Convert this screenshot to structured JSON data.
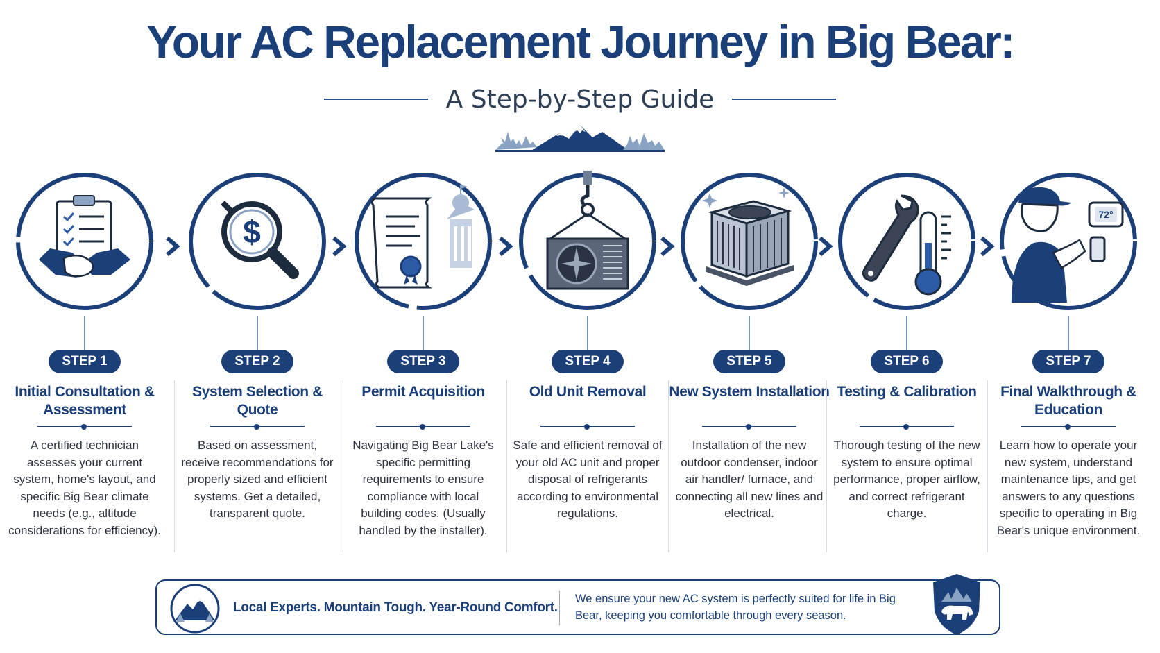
{
  "title": "Your AC Replacement Journey in Big Bear:",
  "subtitle": "A Step-by-Step Guide",
  "steps": [
    {
      "badge": "STEP 1",
      "title": "Initial Consultation & Assessment",
      "description": "A certified technician assesses your current system, home's layout, and specific Big Bear climate needs (e.g., altitude considerations for efficiency).",
      "icon": "clipboard-handshake-icon"
    },
    {
      "badge": "STEP 2",
      "title": "System Selection & Quote",
      "description": "Based on assessment, receive recommendations for properly sized and efficient systems. Get a detailed, transparent quote.",
      "icon": "magnifier-dollar-icon"
    },
    {
      "badge": "STEP 3",
      "title": "Permit Acquisition",
      "description": "Navigating Big Bear Lake's specific permitting requirements to ensure compliance with local building codes. (Usually handled by the installer).",
      "icon": "permit-document-icon"
    },
    {
      "badge": "STEP 4",
      "title": "Old Unit Removal",
      "description": "Safe and efficient removal of your old AC unit and proper disposal of refrigerants according to environmental regulations.",
      "icon": "crane-ac-unit-icon"
    },
    {
      "badge": "STEP 5",
      "title": "New System Installation",
      "description": "Installation of the new outdoor condenser, indoor air handler/ furnace, and connecting all new lines and electrical.",
      "icon": "new-condenser-icon"
    },
    {
      "badge": "STEP 6",
      "title": "Testing & Calibration",
      "description": "Thorough testing of the new system to ensure optimal performance, proper airflow, and correct refrigerant charge.",
      "icon": "wrench-thermometer-icon"
    },
    {
      "badge": "STEP 7",
      "title": "Final Walkthrough & Education",
      "description": "Learn how to operate your new system, understand maintenance tips, and get answers to any questions specific to operating in Big Bear's unique environment.",
      "icon": "technician-thermostat-icon",
      "thermostat_reading": "72°"
    }
  ],
  "footer": {
    "tagline": "Local Experts. Mountain Tough. Year-Round Comfort.",
    "message": "We ensure your new AC system is perfectly suited for life in Big Bear, keeping you comfortable through every season."
  },
  "colors": {
    "primary_navy": "#1b3f78",
    "accent_blue": "#7b93b5",
    "text_dark": "#2d3340"
  }
}
